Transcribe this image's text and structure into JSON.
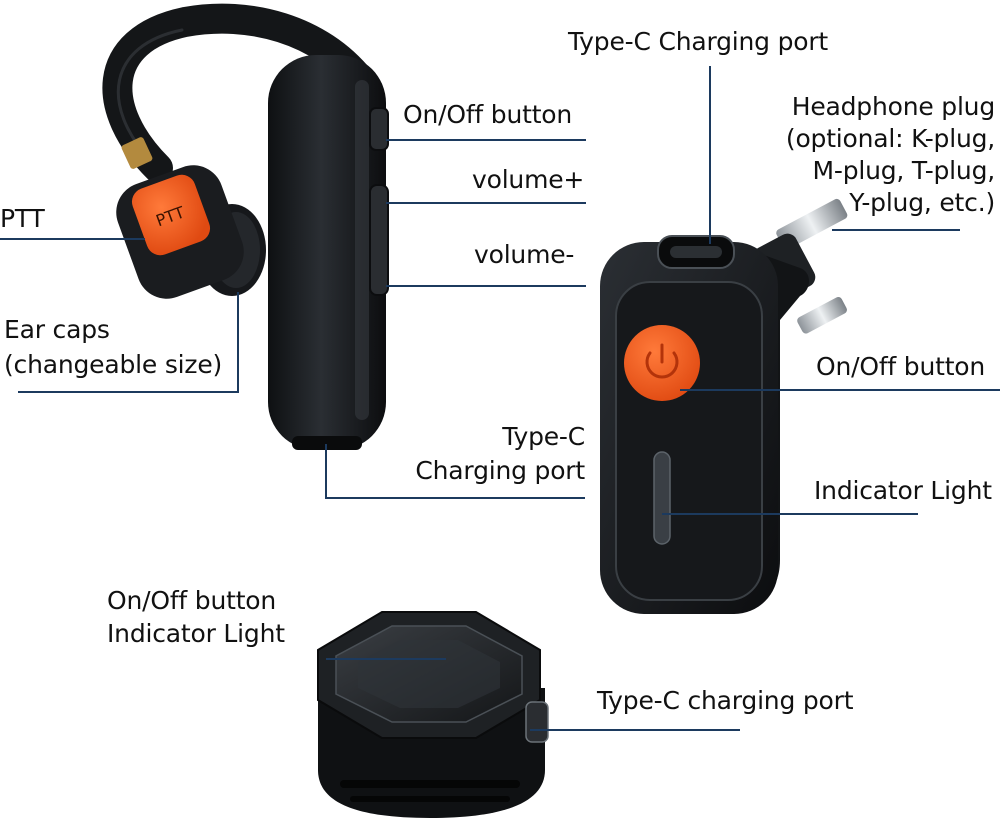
{
  "colors": {
    "device_body": "#16181b",
    "device_edge": "#2e3236",
    "accent_orange": "#f05a1e",
    "leader_line": "#1c3a5e",
    "text": "#111111"
  },
  "icons": {
    "power_button": "power-icon",
    "ptt_button": "ptt-text-button"
  },
  "earpiece": {
    "ptt_button_text": "PTT",
    "labels": {
      "onoff": "On/Off button",
      "volume_up": "volume+",
      "volume_down": "volume-",
      "ptt": "PTT",
      "ear_caps_line1": "Ear caps",
      "ear_caps_line2": "(changeable size)",
      "charging_line1": "Type-C",
      "charging_line2": "Charging port"
    }
  },
  "adapter": {
    "labels": {
      "charging_port": "Type-C Charging port",
      "plug_line1": "Headphone plug",
      "plug_line2": "(optional: K-plug,",
      "plug_line3": "M-plug, T-plug,",
      "plug_line4": "Y-plug, etc.)",
      "onoff": "On/Off button",
      "indicator": "Indicator Light"
    }
  },
  "ptt_remote": {
    "labels": {
      "onoff_line1": "On/Off button",
      "onoff_line2": "Indicator Light",
      "charging_port": "Type-C charging port"
    }
  }
}
